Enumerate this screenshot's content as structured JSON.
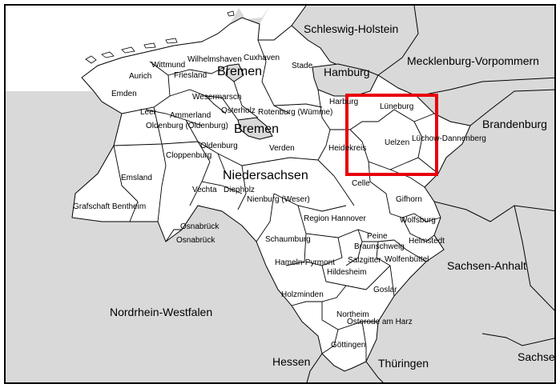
{
  "map": {
    "neighbors": {
      "schleswig_holstein": "Schleswig-Holstein",
      "mecklenburg_vorpommern": "Mecklenburg-Vorpommern",
      "brandenburg": "Brandenburg",
      "sachsen_anhalt": "Sachsen-Anhalt",
      "nordrhein_westfalen": "Nordrhein-Westfalen",
      "hessen": "Hessen",
      "thueringen": "Thüringen",
      "sachsen": "Sachsen"
    },
    "state_labels": {
      "niedersachsen": "Niedersachsen",
      "bremen_north": "Bremen",
      "bremen_city": "Bremen",
      "hamburg": "Hamburg"
    },
    "districts": {
      "aurich": "Aurich",
      "wittmund": "Wittmund",
      "wilhelmshaven": "Wilhelmshaven",
      "friesland": "Friesland",
      "cuxhaven": "Cuxhaven",
      "stade": "Stade",
      "emden": "Emden",
      "wesermarsch": "Wesermarsch",
      "leer": "Leer",
      "ammerland": "Ammerland",
      "osterholz": "Osterholz",
      "rotenburg": "Rotenburg (Wümme)",
      "harburg": "Harburg",
      "lueneburg": "Lüneburg",
      "oldenburg_stadt": "Oldenburg (Oldenburg)",
      "oldenburg": "Oldenburg",
      "verden": "Verden",
      "heidekreis": "Heidekreis",
      "uelzen": "Uelzen",
      "luechow": "Lüchow-Dannenberg",
      "cloppenburg": "Cloppenburg",
      "emsland": "Emsland",
      "vechta": "Vechta",
      "diepholz": "Diepholz",
      "celle": "Celle",
      "gifhorn": "Gifhorn",
      "nienburg": "Nienburg (Weser)",
      "bentheim": "Grafschaft Bentheim",
      "region_hannover": "Region Hannover",
      "wolfsburg": "Wolfsburg",
      "osnabrueck_lk": "Osnabrück",
      "osnabrueck_st": "Osnabrück",
      "peine": "Peine",
      "schaumburg": "Schaumburg",
      "braunschweig": "Braunschweig",
      "helmstedt": "Helmstedt",
      "salzgitter": "Salzgitter",
      "wolfenbuettel": "Wolfenbüttel",
      "hameln": "Hameln-Pyrmont",
      "hildesheim": "Hildesheim",
      "goslar": "Goslar",
      "holzminden": "Holzminden",
      "northeim": "Northeim",
      "osterode": "Osterode am Harz",
      "goettingen": "Göttingen"
    },
    "highlight_color": "#e8000b",
    "outside_color": "#d9d9d9",
    "land_color": "#ffffff"
  }
}
